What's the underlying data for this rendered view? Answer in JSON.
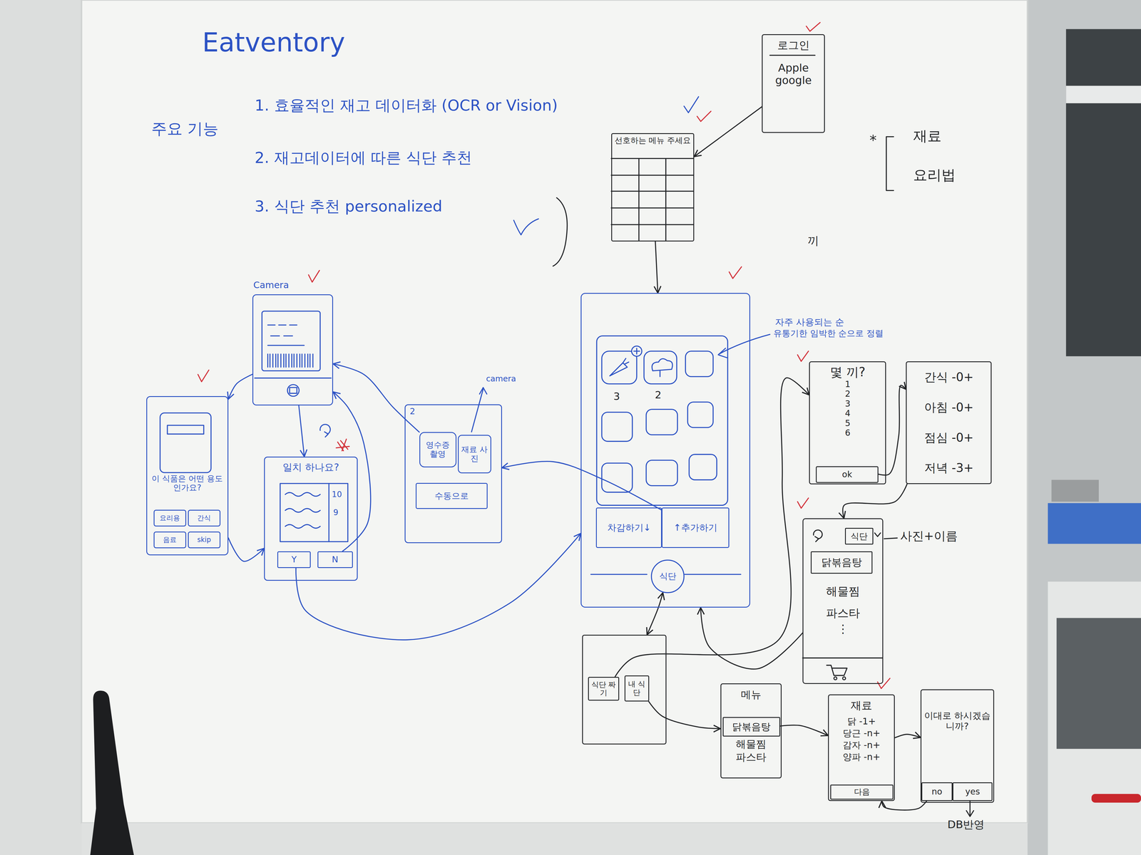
{
  "diagram": {
    "title": "Eatventory",
    "nodes": [
      {
        "text": [
          "로그인",
          "Apple google"
        ]
      },
      {
        "text": [
          "선호하는 메뉴 주세요"
        ]
      },
      {
        "text": []
      },
      {
        "text": [
          "차감하기↓"
        ],
        "in": 2
      },
      {
        "text": [
          "↑추가하기"
        ],
        "in": 2
      },
      {
        "text": [
          "식단"
        ],
        "in": 2
      },
      {
        "text": [
          "Camera"
        ]
      },
      {
        "text": [
          "2"
        ]
      },
      {
        "text": [
          "영수증 촬영"
        ],
        "in": 7
      },
      {
        "text": [
          "재료 사진"
        ],
        "in": 7
      },
      {
        "text": [
          "수동으로"
        ],
        "in": 7
      },
      {
        "text": [
          "일치 하나요?"
        ]
      },
      {
        "text": [
          "Y"
        ],
        "in": 11
      },
      {
        "text": [
          "N"
        ],
        "in": 11
      },
      {
        "text": [
          "이 식품은 어떤 용도인가요?"
        ]
      },
      {
        "text": [
          "요리용"
        ],
        "in": 14
      },
      {
        "text": [
          "간식"
        ],
        "in": 14
      },
      {
        "text": [
          "음료"
        ],
        "in": 14
      },
      {
        "text": [
          "skip"
        ],
        "in": 14
      },
      {
        "text": [
          "몇 끼?",
          "1",
          "2",
          "3",
          "4",
          "5",
          "6"
        ]
      },
      {
        "text": [
          "ok"
        ],
        "in": 19
      },
      {
        "text": [
          "간식 -0+",
          "아침 -0+",
          "점심 -0+",
          "저녁 -3+"
        ]
      },
      {
        "text": [
          "해물찜",
          "파스타",
          "⋮"
        ]
      },
      {
        "text": [
          "식단"
        ],
        "in": 22
      },
      {
        "text": [
          "닭볶음탕"
        ],
        "in": 22
      },
      {
        "text": []
      },
      {
        "text": [
          "식단 짜기"
        ],
        "in": 25
      },
      {
        "text": [
          "내 식단"
        ],
        "in": 25
      },
      {
        "text": [
          "메뉴",
          "해물찜",
          "파스타"
        ]
      },
      {
        "text": [
          "닭볶음탕"
        ],
        "in": 28
      },
      {
        "text": [
          "재료",
          "닭 -1+",
          "당근 -n+",
          "감자 -n+",
          "양파 -n+"
        ]
      },
      {
        "text": [
          "다음"
        ],
        "in": 30
      },
      {
        "text": [
          "이대로 하시겠습니까?"
        ]
      },
      {
        "text": [
          "no"
        ],
        "in": 32
      },
      {
        "text": [
          "yes"
        ],
        "in": 32
      }
    ],
    "edges": [
      {
        "from": 0,
        "to": 1,
        "arrow": "to"
      },
      {
        "from": 1,
        "to": 2,
        "arrow": "to"
      },
      {
        "from": 4,
        "to": 7,
        "arrow": "to"
      },
      {
        "from": 8,
        "to": 6,
        "arrow": "to"
      },
      {
        "from": 6,
        "to": 14,
        "arrow": "to"
      },
      {
        "from": 6,
        "to": 11,
        "arrow": "to"
      },
      {
        "from": 14,
        "to": 11,
        "arrow": "to"
      },
      {
        "from": 13,
        "to": 6,
        "arrow": "to"
      },
      {
        "from": 12,
        "to": 2,
        "arrow": "to"
      },
      {
        "from": 5,
        "to": 25,
        "arrow": "both"
      },
      {
        "from": 26,
        "to": 19,
        "arrow": "to"
      },
      {
        "from": 20,
        "to": 21,
        "arrow": "to"
      },
      {
        "from": 21,
        "to": 22,
        "arrow": "to"
      },
      {
        "from": 22,
        "to": 2,
        "arrow": "to"
      },
      {
        "from": 27,
        "to": 28,
        "arrow": "to"
      },
      {
        "from": 29,
        "to": 30,
        "arrow": "to"
      },
      {
        "from": 30,
        "to": 32,
        "arrow": "to"
      },
      {
        "from": 33,
        "to": 30,
        "arrow": "to"
      }
    ],
    "labels": [
      "주요 기능",
      "1. 효율적인 재고 데이터화 (OCR or Vision)",
      "2. 재고데이터에 따른 식단 추천",
      "3. 식단 추천 personalized",
      "*",
      "재료",
      "요리법",
      "끼",
      "자주 사용되는 순",
      "유통기한 임박한 순으로 정렬",
      "3",
      "2",
      "10",
      "9",
      "camera",
      "사진+이름",
      "DB반영"
    ]
  }
}
